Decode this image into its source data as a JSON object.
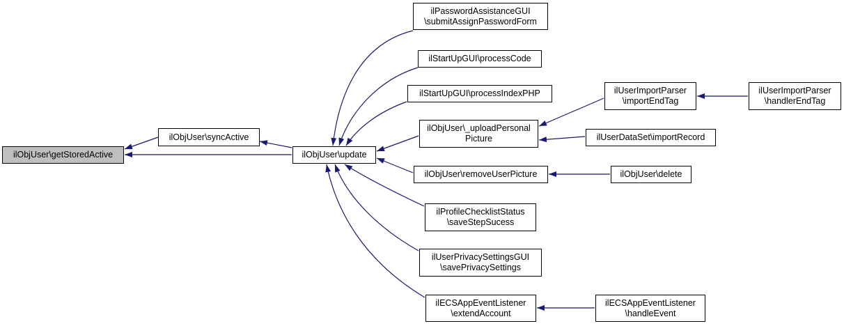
{
  "diagram": {
    "type": "call-graph",
    "background_color": "#ffffff",
    "edge_color": "#191970",
    "node_border_color": "#000000",
    "node_fill_color": "#ffffff",
    "highlighted_node_fill_color": "#bfbfbf",
    "nodes": [
      {
        "id": "getStoredActive",
        "label": "ilObjUser\\getStoredActive",
        "highlighted": true
      },
      {
        "id": "syncActive",
        "label": "ilObjUser\\syncActive",
        "highlighted": false
      },
      {
        "id": "update",
        "label": "ilObjUser\\update",
        "highlighted": false
      },
      {
        "id": "submitAssignPasswordForm",
        "label": "ilPasswordAssistanceGUI\n\\submitAssignPasswordForm",
        "highlighted": false
      },
      {
        "id": "processCode",
        "label": "ilStartUpGUI\\processCode",
        "highlighted": false
      },
      {
        "id": "processIndexPHP",
        "label": "ilStartUpGUI\\processIndexPHP",
        "highlighted": false
      },
      {
        "id": "uploadPersonalPicture",
        "label": "ilObjUser\\_uploadPersonal\nPicture",
        "highlighted": false
      },
      {
        "id": "removeUserPicture",
        "label": "ilObjUser\\removeUserPicture",
        "highlighted": false
      },
      {
        "id": "saveStepSucess",
        "label": "ilProfileChecklistStatus\n\\saveStepSucess",
        "highlighted": false
      },
      {
        "id": "savePrivacySettings",
        "label": "ilUserPrivacySettingsGUI\n\\savePrivacySettings",
        "highlighted": false
      },
      {
        "id": "extendAccount",
        "label": "ilECSAppEventListener\n\\extendAccount",
        "highlighted": false
      },
      {
        "id": "importEndTag",
        "label": "ilUserImportParser\n\\importEndTag",
        "highlighted": false
      },
      {
        "id": "handlerEndTag",
        "label": "ilUserImportParser\n\\handlerEndTag",
        "highlighted": false
      },
      {
        "id": "importRecord",
        "label": "ilUserDataSet\\importRecord",
        "highlighted": false
      },
      {
        "id": "delete",
        "label": "ilObjUser\\delete",
        "highlighted": false
      },
      {
        "id": "handleEvent",
        "label": "ilECSAppEventListener\n\\handleEvent",
        "highlighted": false
      }
    ],
    "edges": [
      {
        "from": "syncActive",
        "to": "getStoredActive"
      },
      {
        "from": "update",
        "to": "getStoredActive"
      },
      {
        "from": "update",
        "to": "syncActive"
      },
      {
        "from": "submitAssignPasswordForm",
        "to": "update"
      },
      {
        "from": "processCode",
        "to": "update"
      },
      {
        "from": "processIndexPHP",
        "to": "update"
      },
      {
        "from": "uploadPersonalPicture",
        "to": "update"
      },
      {
        "from": "removeUserPicture",
        "to": "update"
      },
      {
        "from": "saveStepSucess",
        "to": "update"
      },
      {
        "from": "savePrivacySettings",
        "to": "update"
      },
      {
        "from": "extendAccount",
        "to": "update"
      },
      {
        "from": "importEndTag",
        "to": "uploadPersonalPicture"
      },
      {
        "from": "importRecord",
        "to": "uploadPersonalPicture"
      },
      {
        "from": "handlerEndTag",
        "to": "importEndTag"
      },
      {
        "from": "delete",
        "to": "removeUserPicture"
      },
      {
        "from": "handleEvent",
        "to": "extendAccount"
      }
    ]
  }
}
